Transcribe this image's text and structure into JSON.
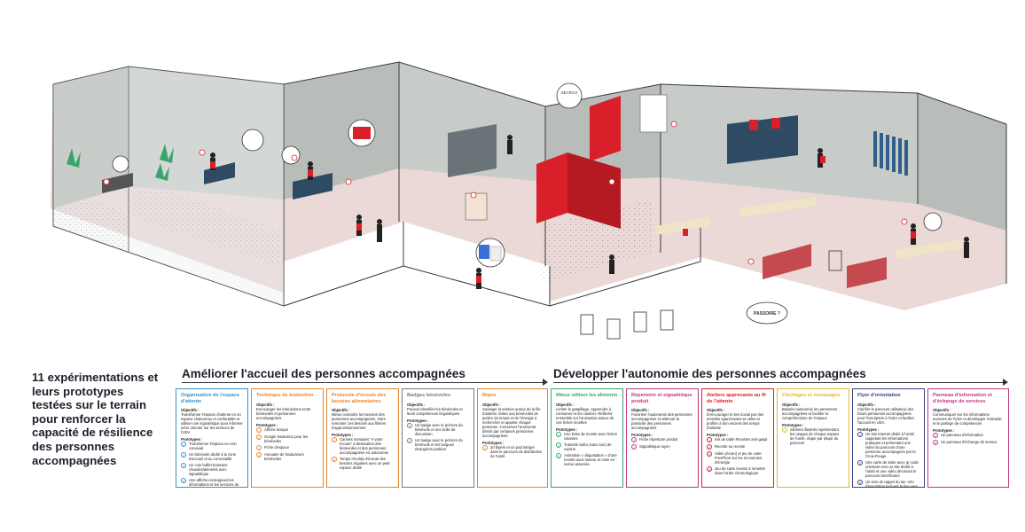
{
  "scene": {
    "bubble_search": "SEARCH",
    "bubble_passport": "PASSOIRE ?"
  },
  "title": "11 expérimentations et leurs prototypes testées sur le terrain pour renforcer la capacité de résilience des personnes accompagnées",
  "sections": [
    {
      "label": "Améliorer l'accueil des personnes accompagnées"
    },
    {
      "label": "Développer l'autonomie des personnes accompagnées"
    }
  ],
  "colors": {
    "accent_red": "#d81f2a",
    "floor_pink": "#ead9d7",
    "wall_gray": "#c8ccc9"
  },
  "cards": [
    {
      "title": "Organisation de l'espace d'attente",
      "color": "#3a8fc7",
      "objectif_label": "Objectifs :",
      "objectif": "Transformer l'espace d'attente en un espace chaleureux et confortable et utiliser une signalétique pour informer et/ou orienter sur les services de l'UDA",
      "proto_label": "Prototypes :",
      "prototypes": [
        "Transformer l'espace en coin convivial",
        "Un bénévole dédié à la zone d'accueil et au convivialité",
        "Un coin buffet boissons chaudes/aliments avec signalétique",
        "Une affiche renseignant les informations et les services de l'unité"
      ]
    },
    {
      "title": "Technique de traduction",
      "color": "#e6872b",
      "objectif_label": "Objectifs :",
      "objectif": "Encourager les interactions entre bénévoles et personnes accompagnées",
      "proto_label": "Prototypes :",
      "prototypes": [
        "Affiche lexique",
        "Google traduction pour les bénévoles",
        "Fiche d'espace",
        "Annuaire de traducteurs bénévoles"
      ]
    },
    {
      "title": "Protocole d'écoute des besoins alimentaires",
      "color": "#e6872b",
      "objectif_label": "Objectifs :",
      "objectif": "Mieux connaître les besoins des personnes accompagnées. Faire remonter ces besoins aux filières d'approvisionnement",
      "proto_label": "Prototypes :",
      "prototypes": [
        "Carnets nomades \"A votre écoute\" à destination des bénévoles et des personnes accompagnées en autonomie",
        "Temps récoltat d'écoute des besoins réguliers avec un petit espace dédié"
      ]
    },
    {
      "title": "Badges bénévoles",
      "color": "#7a7a7a",
      "objectif_label": "Objectifs :",
      "objectif": "Pouvoir identifier les bénévoles et leurs compétences linguistiques",
      "proto_label": "Prototypes :",
      "prototypes": [
        "Un badge avec le prénom du bénévole et une bulle de discussion",
        "Un badge avec le prénom du bénévole et les langues étrangères parlées"
      ]
    },
    {
      "title": "Bipes",
      "color": "#e6872b",
      "objectif_label": "Objectifs :",
      "objectif": "Soulager la tension autour de la file d'attente. Eviter aux bénévoles de perdre du temps et de l'énergie à rechercher et appeler chaque personne. Conserver l'anonymat désiré par certaines personnes accompagnées.",
      "proto_label": "Prototypes :",
      "prototypes": [
        "20 bipers et un pad intégré dans le parcours de distribution de l'unité"
      ]
    },
    {
      "title": "Mieux utiliser les aliments",
      "color": "#3aa56a",
      "objectif_label": "Objectifs :",
      "objectif": "Limiter le gaspillage. Apprendre à consumer et les cuisiner. Réfléchir ensemble sur l'animation autour de ces fiches recettes",
      "proto_label": "Prototypes :",
      "prototypes": [
        "Une boite de recette avec fiches volantes",
        "Tutoriels vidéo (sans son) de cuisine",
        "Animation « dégustation » d'une recette avec saveur et mise en scène associée"
      ]
    },
    {
      "title": "Répertoire et signalétique produit",
      "color": "#c2377f",
      "objectif_label": "Objectifs :",
      "objectif": "Favoriser l'autonomie des personnes accompagnées et atténuer la passivité des personnes accompagnées",
      "proto_label": "Prototypes :",
      "prototypes": [
        "Fiche répertoire produit",
        "Signalétique rayon"
      ]
    },
    {
      "title": "Ateliers apprenants au fil de l'attente",
      "color": "#d81f2a",
      "objectif_label": "Objectifs :",
      "objectif": "D'encourager le lien social par des activités apprenantes et utiles et profiter à bon escient des temps d'attente",
      "proto_label": "Prototypes :",
      "prototypes": [
        "Set de table Recettes anti-gaspi",
        "Recette ou recette",
        "Vidéo (écran) et jeu de carte FrezPhon sur les économies d'énergie",
        "Jeu de carte recette à remettre dans l'ordre chronologique"
      ]
    },
    {
      "title": "Fléchages et marquages",
      "color": "#e3b82e",
      "objectif_label": "Objectifs :",
      "objectif": "Baisder autonomie les personnes accompagnées et faciliter la compréhension de l'espace",
      "proto_label": "Prototypes :",
      "prototypes": [
        "Stickers illustrés représentant les usages de chaque espace de l'unité, étape par étape du parcours"
      ]
    },
    {
      "title": "Flyer d'orientation",
      "color": "#3d3f86",
      "objectif_label": "Objectifs :",
      "objectif": "Clarifier le parcours utilisateur des futurs personnes accompagnées pour l'inscription à l'UDA et faciliter l'accueil en UDA",
      "proto_label": "Prototypes :",
      "prototypes": [
        "Un site internet dédié à l'unité rappelant les informations pratiques et présentant une vidéo du parcours d'une personne accompagnée par la Croix-Rouge",
        "Une carte de visite avec qr code orientant vers un site dédié à l'unité et une vidéo décrivant le parcours bénéficiaire",
        "Un sms de rappel du tier «dr» d'inscription incluant le lien vers le site précédemment décrit avec sa vidéo"
      ]
    },
    {
      "title": "Panneau d'information et d'échange de services",
      "color": "#c2377f",
      "objectif_label": "Objectifs :",
      "objectif": "Communiquer sur les informations annexes de l'UDA et développer l'entraide et le partage de compétences",
      "proto_label": "Prototypes :",
      "prototypes": [
        "Un panneau d'information",
        "Un panneau d'échange de service"
      ]
    }
  ]
}
